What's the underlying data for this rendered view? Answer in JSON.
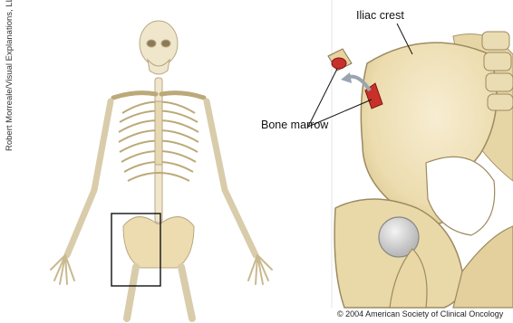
{
  "figure": {
    "labels": {
      "iliac_crest": "Iliac crest",
      "bone_marrow": "Bone marrow"
    },
    "credit": "Robert Morreale/Visual Explanations, LLC",
    "copyright": "© 2004 American Society of Clinical Oncology"
  },
  "colors": {
    "bone": "#f1e4c0",
    "bone_shade": "#d9c694",
    "outline": "#9c8a60",
    "marrow": "#c8302a",
    "background": "#ffffff"
  }
}
